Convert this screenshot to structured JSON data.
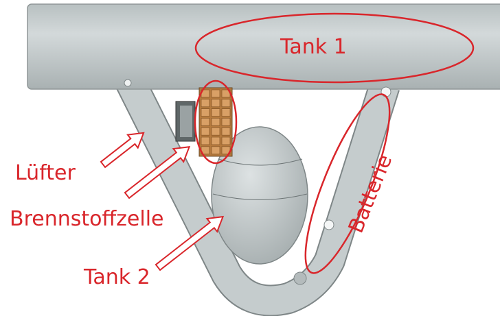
{
  "labels": {
    "tank1": "Tank 1",
    "tank2": "Tank 2",
    "fan": "Lüfter",
    "fuel_cell": "Brennstoffzelle",
    "battery": "Batterie"
  },
  "colors": {
    "annotation": "#d9262b",
    "body": "#c4cbcc",
    "body_dark": "#8f9697",
    "fuel_cell": "#d9a066"
  }
}
